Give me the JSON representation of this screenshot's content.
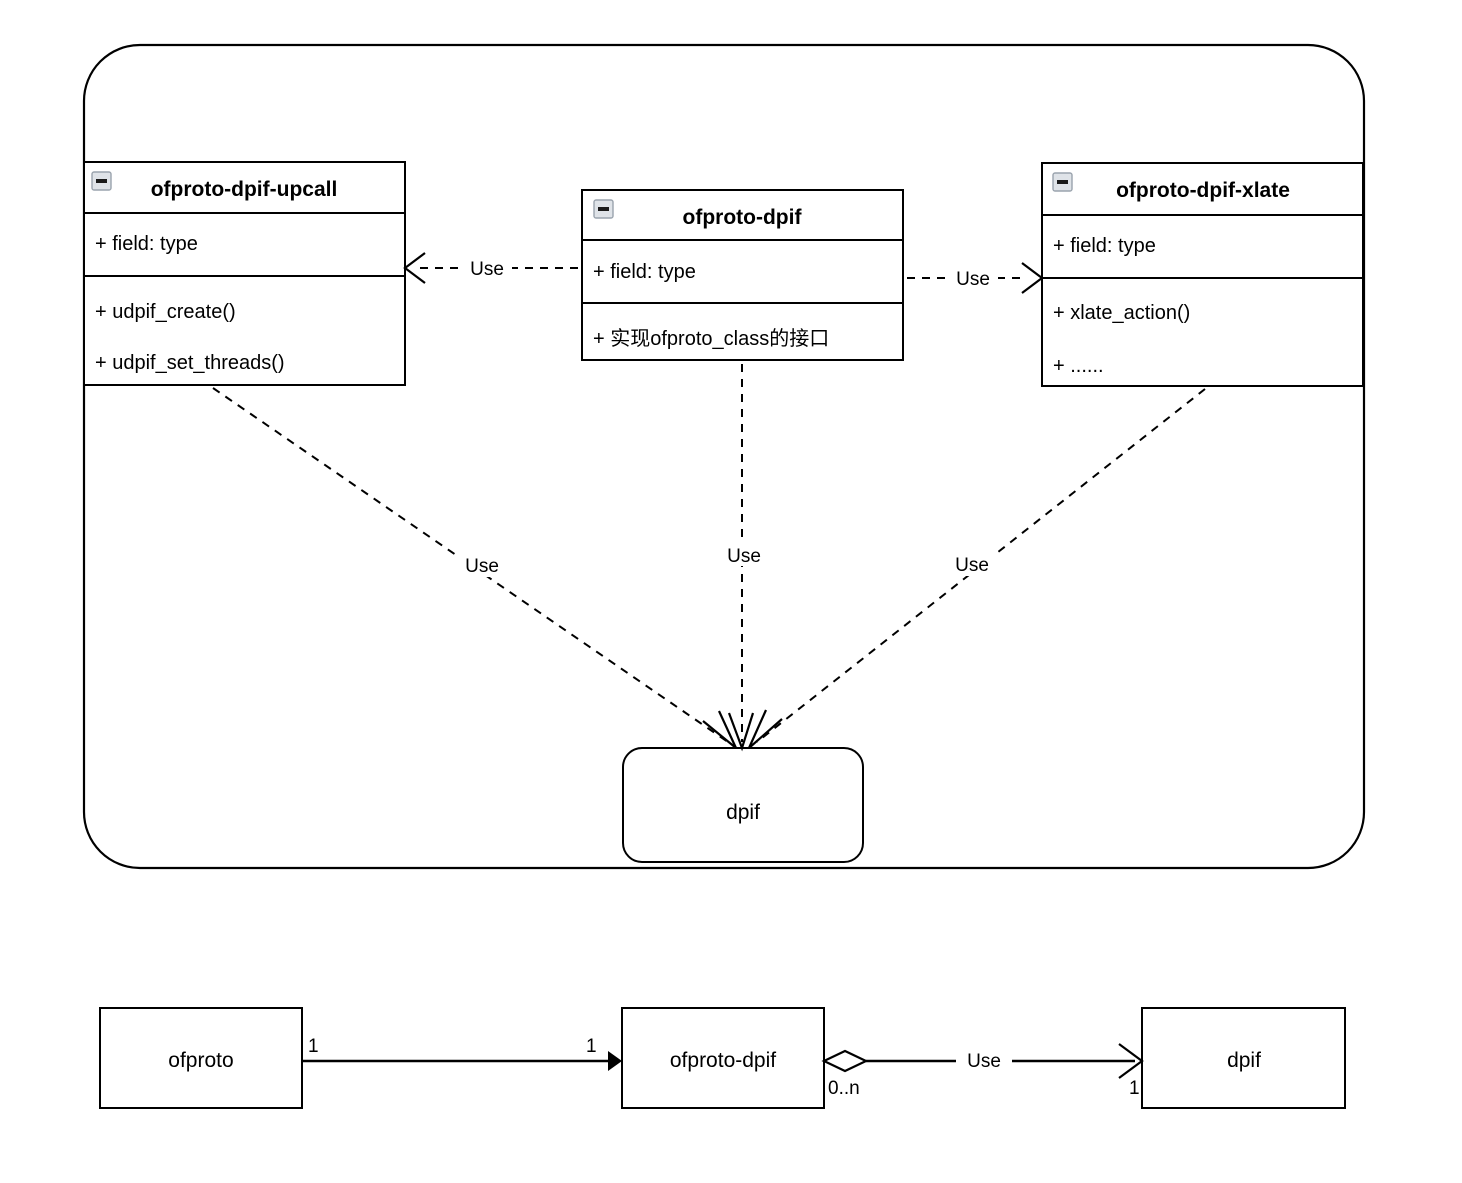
{
  "diagram": {
    "package": {
      "name": "package-container",
      "classes": [
        {
          "id": "upcall",
          "title": "ofproto-dpif-upcall",
          "collapse_icon": "collapse-minus-icon",
          "fields": [
            "+ field: type"
          ],
          "methods": [
            "+ udpif_create()",
            "+ udpif_set_threads()"
          ]
        },
        {
          "id": "dpif_mid",
          "title": "ofproto-dpif",
          "collapse_icon": "collapse-minus-icon",
          "fields": [
            "+ field: type"
          ],
          "methods": [
            "+ 实现ofproto_class的接口"
          ]
        },
        {
          "id": "xlate",
          "title": "ofproto-dpif-xlate",
          "collapse_icon": "collapse-minus-icon",
          "fields": [
            "+ field: type"
          ],
          "methods": [
            "+ xlate_action()",
            "+ ......"
          ]
        }
      ],
      "target_node": {
        "id": "dpif_rounded",
        "label": "dpif"
      },
      "edges": [
        {
          "id": "edge-mid-to-upcall",
          "label": "Use",
          "style": "dashed",
          "arrow": "open",
          "from": "dpif_mid",
          "to": "upcall"
        },
        {
          "id": "edge-mid-to-xlate",
          "label": "Use",
          "style": "dashed",
          "arrow": "open",
          "from": "dpif_mid",
          "to": "xlate"
        },
        {
          "id": "edge-upcall-to-dpif",
          "label": "Use",
          "style": "dashed",
          "arrow": "open",
          "from": "upcall",
          "to": "dpif_rounded"
        },
        {
          "id": "edge-mid-to-dpif",
          "label": "Use",
          "style": "dashed",
          "arrow": "open",
          "from": "dpif_mid",
          "to": "dpif_rounded"
        },
        {
          "id": "edge-xlate-to-dpif",
          "label": "Use",
          "style": "dashed",
          "arrow": "open",
          "from": "xlate",
          "to": "dpif_rounded"
        }
      ]
    },
    "relationship_row": {
      "name": "relationship-row",
      "boxes": [
        {
          "id": "ofproto",
          "label": "ofproto"
        },
        {
          "id": "ofproto-dpif",
          "label": "ofproto-dpif"
        },
        {
          "id": "dpif",
          "label": "dpif"
        }
      ],
      "edges": [
        {
          "id": "edge-ofproto-to-ofproto-dpif",
          "style": "solid",
          "arrow": "filled",
          "label": "",
          "source_multiplicity": "1",
          "target_multiplicity": "1"
        },
        {
          "id": "edge-ofproto-dpif-to-dpif",
          "style": "solid",
          "arrow": "open",
          "decoration": "aggregation-diamond",
          "label": "Use",
          "source_multiplicity": "0..n",
          "target_multiplicity": "1"
        }
      ]
    }
  },
  "colors": {
    "stroke": "#000000",
    "fill": "#ffffff",
    "icon_border": "#9aa3ad",
    "icon_face": "#dfe3e8"
  }
}
